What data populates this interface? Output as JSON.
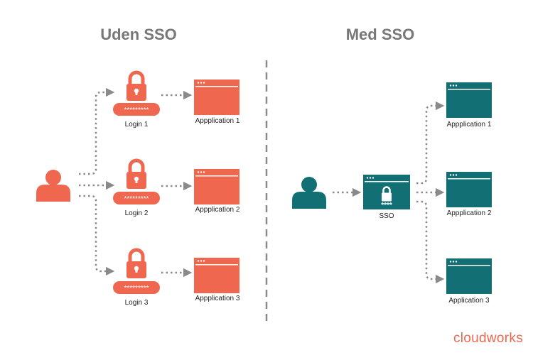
{
  "titles": {
    "without_sso": "Uden SSO",
    "with_sso": "Med SSO"
  },
  "left": {
    "logins": [
      "Login 1",
      "Login 2",
      "Login 3"
    ],
    "applications": [
      "Appplication 1",
      "Appplication 2",
      "Appplication 3"
    ],
    "password_mask": "*********"
  },
  "right": {
    "sso_label": "SSO",
    "sso_mask": "****",
    "applications": [
      "Appplication 1",
      "Appplication 2",
      "Application 3"
    ]
  },
  "brand": "cloudworks",
  "colors": {
    "coral": "#f0674f",
    "teal": "#126f74",
    "arrow": "#8a8a8a",
    "divider": "#8a8a8a",
    "title": "#777777"
  },
  "icons": {
    "user": "user-icon",
    "lock": "padlock-icon",
    "window": "browser-window-icon",
    "arrow": "dotted-arrow-icon"
  }
}
